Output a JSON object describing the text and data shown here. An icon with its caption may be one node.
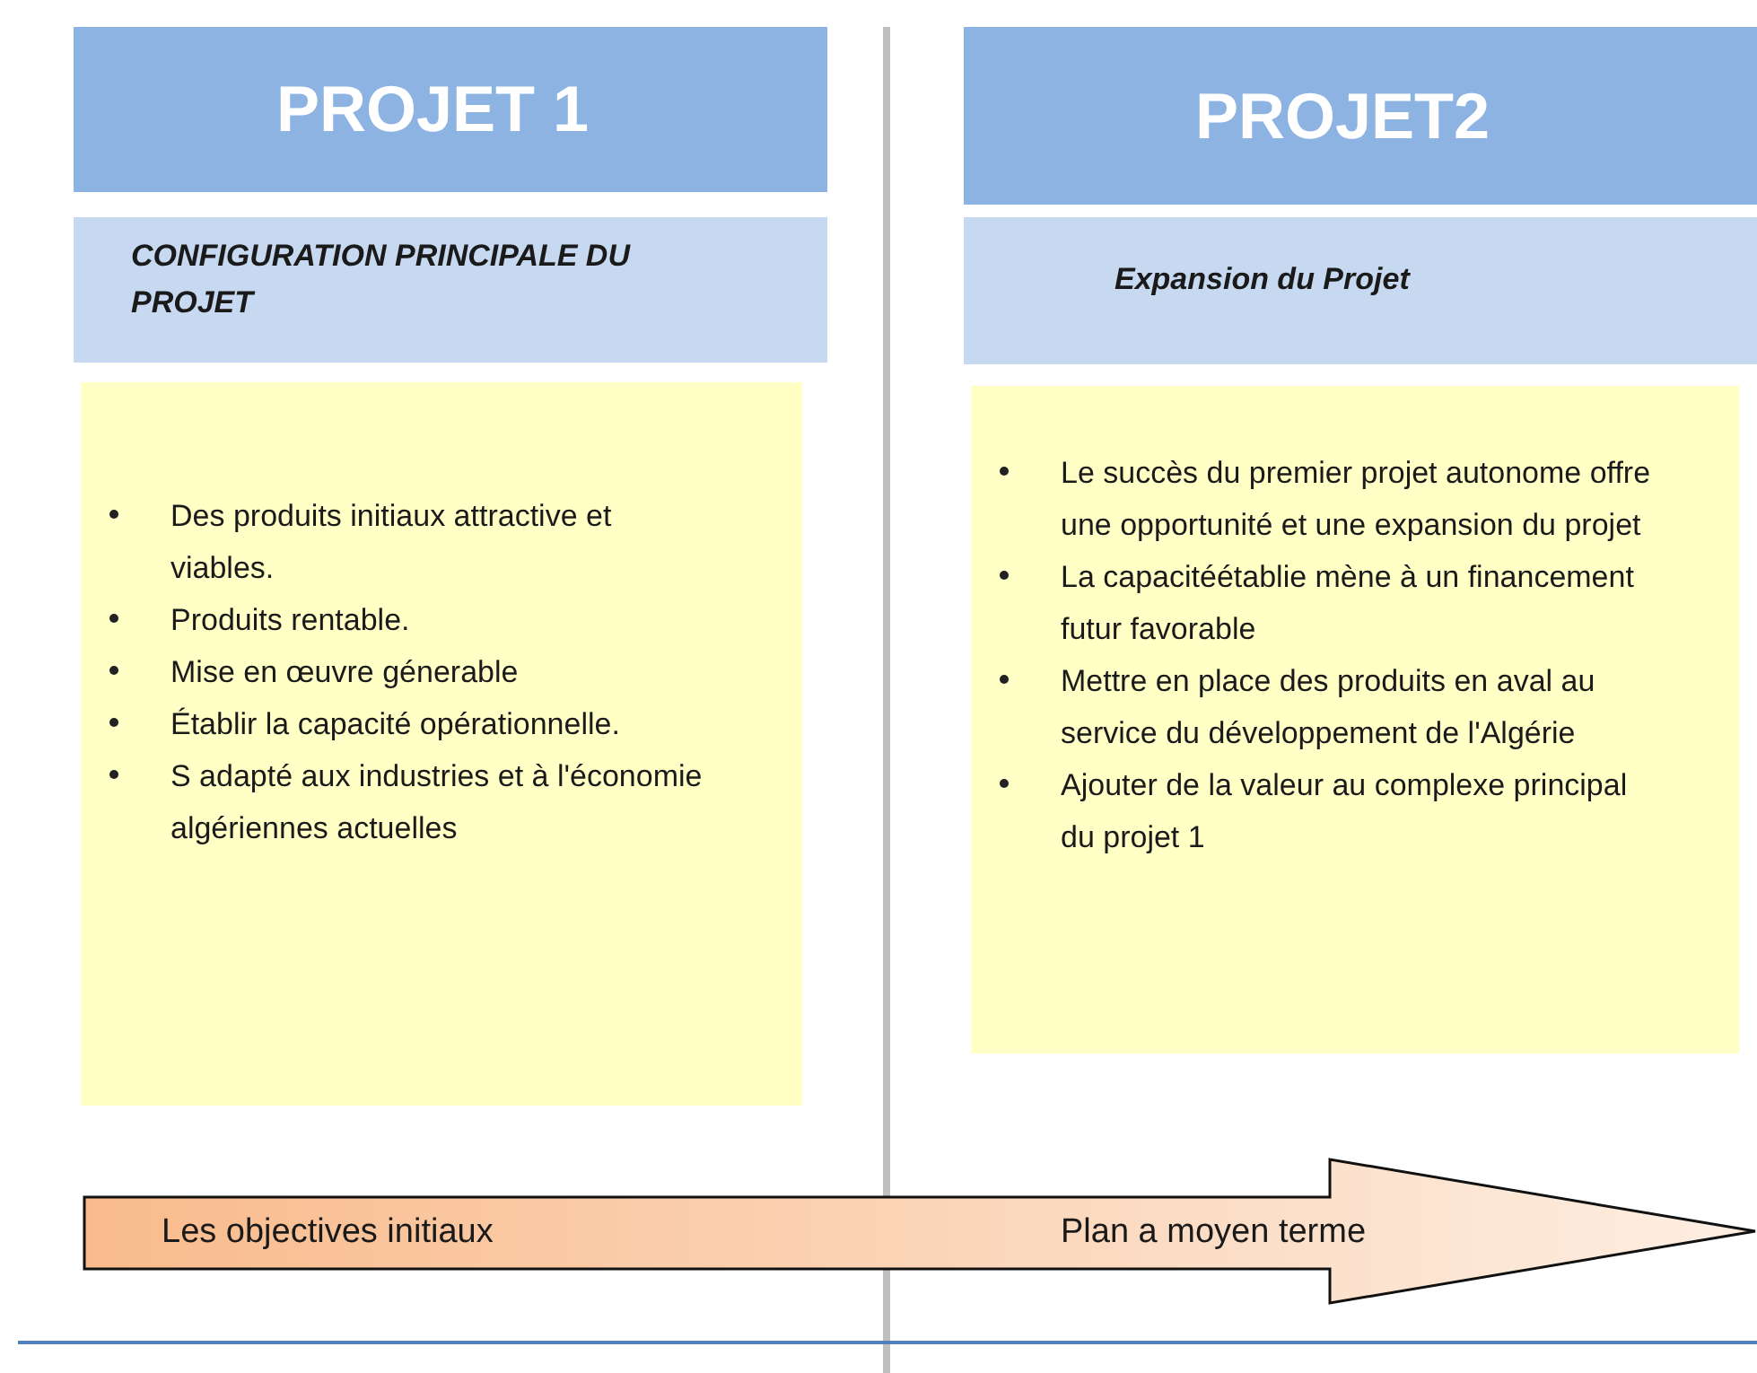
{
  "diagram": {
    "nodes": [
      {
        "text": [
          "PROJET 1"
        ]
      },
      {
        "text": [
          "CONFIGURATION PRINCIPALE DU PROJET"
        ]
      },
      {
        "text": [
          "Des produits initiaux attractive et viables.",
          "Produits rentable.",
          "Mise en œuvre génerable",
          "Établir la capacité opérationnelle.",
          "S adapté aux industries et à l'économie algériennes actuelles"
        ]
      },
      {
        "text": [
          "PROJET2"
        ]
      },
      {
        "text": [
          "Expansion du Projet"
        ]
      },
      {
        "text": [
          "Le succès du premier projet autonome offre une opportunité et une expansion du projet",
          "La capacitéétablie mène à un financement futur favorable",
          "Mettre en place des produits en aval au service du développement de l'Algérie",
          "Ajouter de la valeur au complexe principal du projet 1"
        ]
      },
      {
        "text": [
          "Les objectives initiaux",
          "Plan a moyen terme"
        ]
      }
    ],
    "edges": []
  }
}
